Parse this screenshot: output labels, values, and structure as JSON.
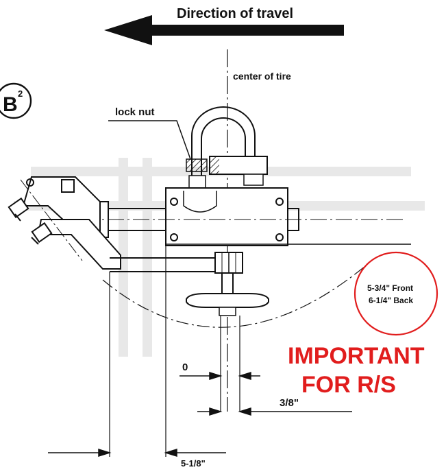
{
  "direction_label": "Direction of travel",
  "center_label": "center of tire",
  "lock_nut_label": "lock nut",
  "badge": {
    "letter": "B",
    "superscript": "2"
  },
  "callout": {
    "line1": "5-3/4\" Front",
    "line2": "6-1/4\" Back",
    "color": "#e11d1d"
  },
  "important": {
    "line1": "IMPORTANT",
    "line2": "FOR R/S",
    "color": "#e11d1d"
  },
  "dimensions": {
    "zero": "0",
    "three_eighths": "3/8\"",
    "five_one_eighth": "5-1/8\""
  },
  "colors": {
    "ink": "#111111",
    "faint": "#e6e6e6"
  }
}
